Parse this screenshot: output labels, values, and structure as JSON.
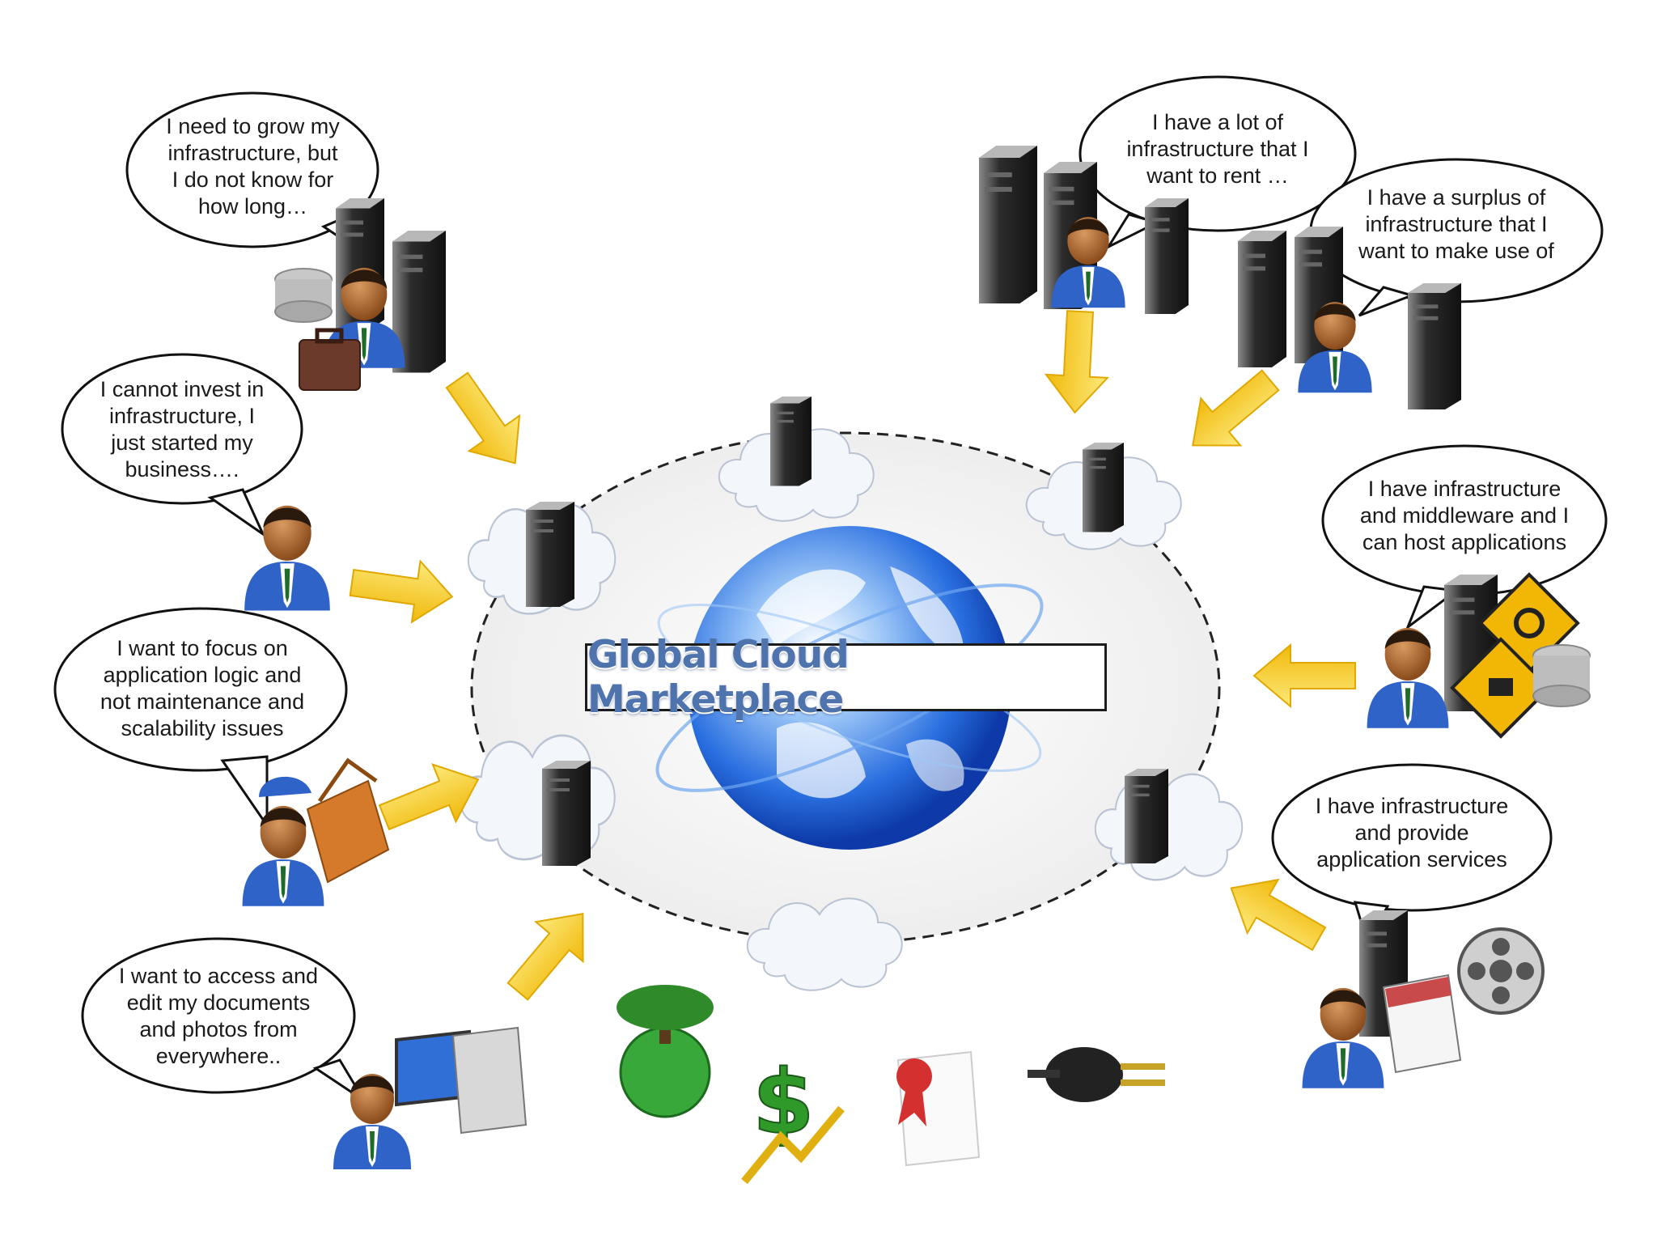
{
  "title": "Global Cloud Marketplace",
  "bubbles": {
    "grow": "I need to grow my\ninfrastructure, but\nI do not know for\nhow long…",
    "invest": "I cannot invest in\ninfrastructure, I\njust started my\nbusiness….",
    "focus": "I want to focus on\napplication logic and\nnot maintenance and\nscalability issues",
    "access": "I want to access and\nedit my documents\nand photos from\neverywhere..",
    "rent": "I have a lot of\ninfrastructure that I\nwant to rent …",
    "surplus": "I have a surplus of\ninfrastructure that I\nwant to make use of",
    "middleware": "I have infrastructure\nand middleware and I\ncan host applications",
    "services": "I have infrastructure\nand provide\napplication services"
  },
  "colors": {
    "arrow": "#f5c518",
    "title_text": "#4f74ad",
    "globe": "#2f6fd6",
    "server": "#3a3a3a",
    "cloud": "#f2f5fa"
  },
  "icons": [
    "server-icon",
    "person-icon",
    "database-icon",
    "briefcase-icon",
    "toolbox-icon",
    "computer-icon",
    "tree-globe-icon",
    "dollar-chart-icon",
    "certificate-icon",
    "plug-icon",
    "gear-sign-icon",
    "film-reel-icon",
    "calendar-icon"
  ]
}
